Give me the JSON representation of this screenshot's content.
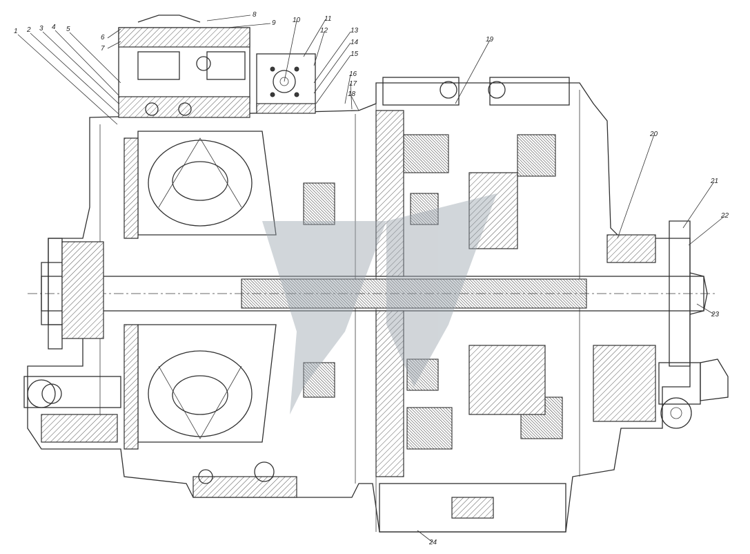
{
  "diagram": {
    "callouts": [
      {
        "label": "1"
      },
      {
        "label": "2"
      },
      {
        "label": "3"
      },
      {
        "label": "4"
      },
      {
        "label": "5"
      },
      {
        "label": "6"
      },
      {
        "label": "7"
      },
      {
        "label": "8"
      },
      {
        "label": "9"
      },
      {
        "label": "10"
      },
      {
        "label": "11"
      },
      {
        "label": "12"
      },
      {
        "label": "13"
      },
      {
        "label": "14"
      },
      {
        "label": "15"
      },
      {
        "label": "16"
      },
      {
        "label": "17"
      },
      {
        "label": "18"
      },
      {
        "label": "19"
      },
      {
        "label": "20"
      },
      {
        "label": "21"
      },
      {
        "label": "22"
      },
      {
        "label": "23"
      },
      {
        "label": "24"
      }
    ],
    "watermark_color": "#9aa3ad"
  }
}
